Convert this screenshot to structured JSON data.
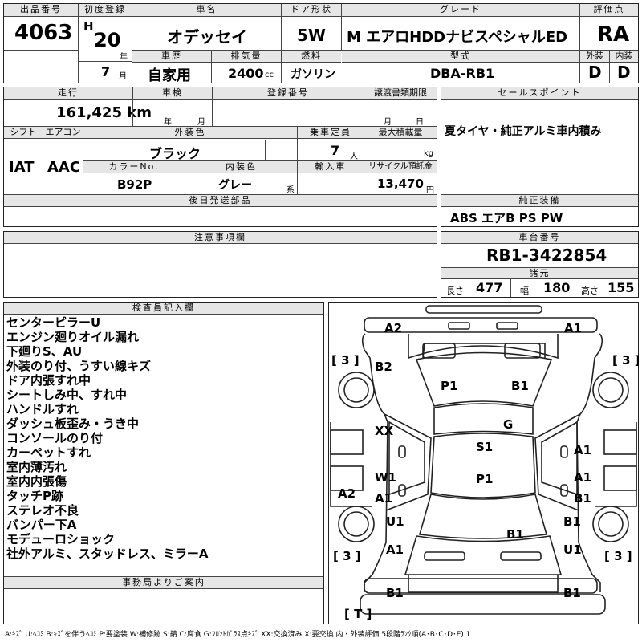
{
  "header": {
    "lot_label": "出品番号",
    "lot_value": "4063",
    "first_reg_label": "初度登録",
    "era": "H",
    "year_num": "20",
    "year_unit": "年",
    "month_num": "7",
    "month_unit": "月",
    "car_name_label": "車名",
    "car_name": "オデッセイ",
    "door_label": "ドア形状",
    "door_value": "5W",
    "grade_label": "グレード",
    "grade_value": "M エアロHDDナビスペシャルED",
    "score_label": "評価点",
    "score_value": "RA",
    "history_label": "車歴",
    "history_value": "自家用",
    "displacement_label": "排気量",
    "displacement_value": "2400",
    "displacement_unit": "cc",
    "fuel_label": "燃料",
    "fuel_value": "ガソリン",
    "model_label": "型式",
    "model_value": "DBA-RB1",
    "ext_label": "外装",
    "ext_value": "D",
    "int_label": "内装",
    "int_value": "D"
  },
  "row2": {
    "mileage_label": "走行",
    "mileage_value": "161,425 km",
    "inspection_label": "車検",
    "insp_year_unit": "年",
    "insp_month_unit": "月",
    "regno_label": "登録番号",
    "transfer_label": "譲渡書類期限",
    "transfer_month_unit": "月",
    "transfer_day_unit": "日",
    "sales_label": "セールスポイント",
    "sales_value": "夏タイヤ・純正アルミ車内積み",
    "shift_label": "シフト",
    "shift_value": "IAT",
    "ac_label": "エアコン",
    "ac_value": "AAC",
    "color_label": "外装色",
    "color_value": "ブラック",
    "capacity_label": "乗車定員",
    "capacity_value": "7",
    "capacity_unit": "人",
    "maxload_label": "最大積載量",
    "maxload_unit": "kg",
    "colorno_label": "カラーNo.",
    "colorno_value": "B92P",
    "intcolor_label": "内装色",
    "intcolor_value": "グレー",
    "intcolor_unit": "系",
    "import_label": "輸入車",
    "recycle_label": "リサイクル預託金",
    "recycle_value": "13,470",
    "recycle_unit": "円",
    "later_label": "後日発送部品",
    "genuine_label": "純正装備",
    "genuine_value": "ABS エアB PS PW"
  },
  "notes_section": {
    "label": "注意事項欄"
  },
  "chassis": {
    "label": "車台番号",
    "value": "RB1-3422854",
    "spec_label": "諸元",
    "length_label": "長さ",
    "length_value": "477",
    "width_label": "幅",
    "width_value": "180",
    "height_label": "高さ",
    "height_value": "155"
  },
  "inspector": {
    "label": "検査員記入欄",
    "lines": [
      "センターピラーU",
      "エンジン廻りオイル漏れ",
      "下廻りS、AU",
      "外装のり付、うすい線キズ",
      "ドア内張すれ中",
      "シートしみ中、すれ中",
      "ハンドルすれ",
      "ダッシュ板歪み・うき中",
      "コンソールのり付",
      "カーペットすれ",
      "室内薄汚れ",
      "室内内張傷",
      "タッチP跡",
      "ステレオ不良",
      "バンパー下A",
      "モデューロショック",
      "社外アルミ、スタッドレス、ミラーA"
    ]
  },
  "office": {
    "label": "事務局よりご案内"
  },
  "diagram": {
    "tread": "3",
    "tread_bottom": "T",
    "marks": [
      "A2",
      "A1",
      "B2",
      "P1",
      "B1",
      "G",
      "XX",
      "S1",
      "A1",
      "W1",
      "A1",
      "A2",
      "P1",
      "A1",
      "B1",
      "U1",
      "B1",
      "B1",
      "A1",
      "U1",
      "B1",
      "B1"
    ]
  },
  "legend": "A:ｷｽﾞ U:ﾍｺﾐ B:ｷｽﾞを伴うﾍｺﾐ P:要塗装 W:補修跡 S:錆 C:腐食 G:ﾌﾛﾝﾄｶﾞﾗｽ点ｷｽﾞ XX:交換済み X:要交換 内・外装評価 5段階ﾗﾝｸ順(A･B･C･D･E) 1"
}
